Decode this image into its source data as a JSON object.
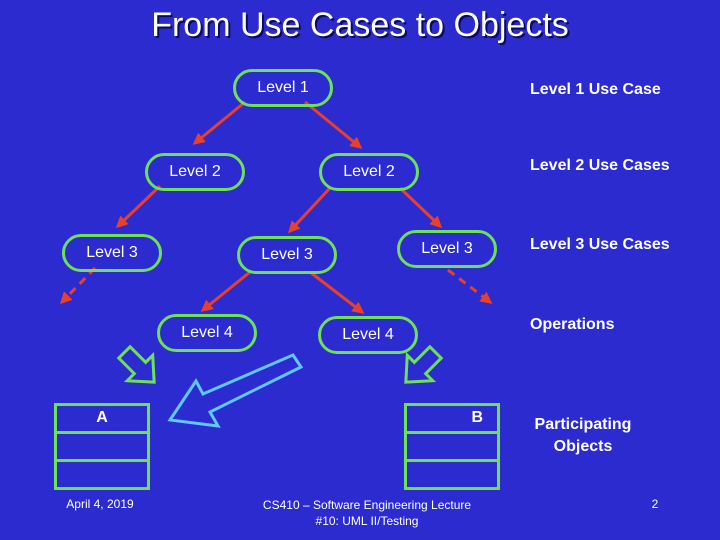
{
  "title": "From Use Cases to Objects",
  "nodes": {
    "level1": "Level 1",
    "level2_left": "Level 2",
    "level2_right": "Level 2",
    "level3_left": "Level 3",
    "level3_mid": "Level 3",
    "level3_right": "Level 3",
    "level4_left": "Level 4",
    "level4_right": "Level 4"
  },
  "legend": {
    "l1": "Level 1 Use Case",
    "l2": "Level 2 Use Cases",
    "l3": "Level 3 Use Cases",
    "ops": "Operations",
    "participating": "Participating Objects"
  },
  "objects": {
    "a": "A",
    "b": "B"
  },
  "footer": {
    "date": "April 4, 2019",
    "course": "CS410 – Software Engineering Lecture #10: UML II/Testing",
    "page": "2"
  },
  "colors": {
    "background": "#2b2bd0",
    "node_border": "#6ee05a",
    "edge": "#e8402a",
    "block_arrow": "#60c8ff"
  }
}
